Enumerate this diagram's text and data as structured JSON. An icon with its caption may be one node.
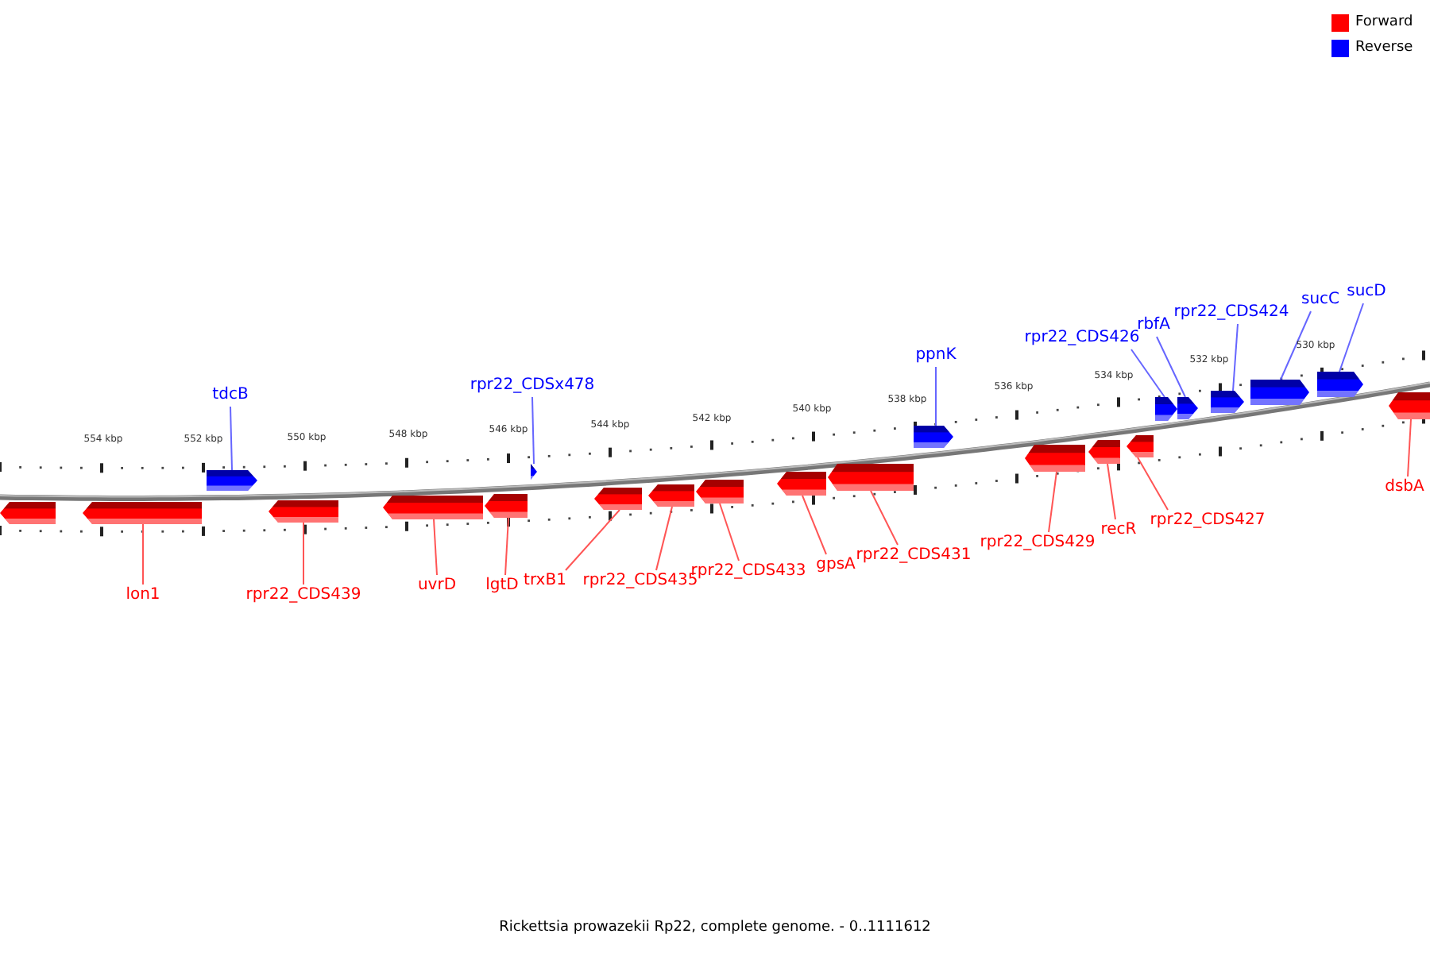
{
  "diagram": {
    "caption": "Rickettsia prowazekii Rp22, complete genome. - 0..1111612",
    "nodes": [
      {
        "text": [
          "tdcB"
        ]
      },
      {
        "text": [],
        "shape": "bar"
      },
      {
        "text": [
          "rpr22_CDSx478"
        ]
      },
      {
        "text": [],
        "shape": "bar"
      },
      {
        "text": [
          "ppnK"
        ]
      },
      {
        "text": [],
        "shape": "bar"
      },
      {
        "text": [
          "rpr22_CDS426"
        ]
      },
      {
        "text": [],
        "shape": "bar"
      },
      {
        "text": [
          "rbfA"
        ]
      },
      {
        "text": [],
        "shape": "bar"
      },
      {
        "text": [
          "rpr22_CDS424"
        ]
      },
      {
        "text": [],
        "shape": "bar"
      },
      {
        "text": [
          "sucC"
        ]
      },
      {
        "text": [],
        "shape": "bar"
      },
      {
        "text": [
          "sucD"
        ]
      },
      {
        "text": [],
        "shape": "bar"
      },
      {
        "text": [],
        "shape": "bar"
      },
      {
        "text": [
          "lon1"
        ]
      },
      {
        "text": [],
        "shape": "bar"
      },
      {
        "text": [
          "rpr22_CDS439"
        ]
      },
      {
        "text": [],
        "shape": "bar"
      },
      {
        "text": [
          "uvrD"
        ]
      },
      {
        "text": [],
        "shape": "bar"
      },
      {
        "text": [
          "lgtD"
        ]
      },
      {
        "text": [],
        "shape": "bar"
      },
      {
        "text": [
          "trxB1"
        ]
      },
      {
        "text": [],
        "shape": "bar"
      },
      {
        "text": [
          "rpr22_CDS435"
        ]
      },
      {
        "text": [],
        "shape": "bar"
      },
      {
        "text": [
          "rpr22_CDS433"
        ]
      },
      {
        "text": [],
        "shape": "bar"
      },
      {
        "text": [
          "gpsA"
        ]
      },
      {
        "text": [],
        "shape": "bar"
      },
      {
        "text": [
          "rpr22_CDS431"
        ]
      },
      {
        "text": [],
        "shape": "bar"
      },
      {
        "text": [
          "rpr22_CDS429"
        ]
      },
      {
        "text": [],
        "shape": "bar"
      },
      {
        "text": [
          "recR"
        ]
      },
      {
        "text": [],
        "shape": "bar"
      },
      {
        "text": [
          "rpr22_CDS427"
        ]
      },
      {
        "text": [],
        "shape": "bar"
      },
      {
        "text": [
          "dsbA"
        ]
      },
      {
        "text": [],
        "shape": "bar"
      }
    ],
    "edges": [
      {
        "from": 0,
        "to": 1,
        "arrow": "none",
        "color": "#6666ff"
      },
      {
        "from": 2,
        "to": 3,
        "arrow": "none",
        "color": "#6666ff"
      },
      {
        "from": 4,
        "to": 5,
        "arrow": "none",
        "color": "#6666ff"
      },
      {
        "from": 6,
        "to": 7,
        "arrow": "none",
        "color": "#6666ff"
      },
      {
        "from": 8,
        "to": 9,
        "arrow": "none",
        "color": "#6666ff"
      },
      {
        "from": 10,
        "to": 11,
        "arrow": "none",
        "color": "#6666ff"
      },
      {
        "from": 12,
        "to": 13,
        "arrow": "none",
        "color": "#6666ff"
      },
      {
        "from": 14,
        "to": 15,
        "arrow": "none",
        "color": "#6666ff"
      },
      {
        "from": 17,
        "to": 18,
        "arrow": "none"
      },
      {
        "from": 19,
        "to": 20,
        "arrow": "none"
      },
      {
        "from": 21,
        "to": 22,
        "arrow": "none"
      },
      {
        "from": 23,
        "to": 24,
        "arrow": "none"
      },
      {
        "from": 25,
        "to": 26,
        "arrow": "none"
      },
      {
        "from": 27,
        "to": 28,
        "arrow": "none"
      },
      {
        "from": 29,
        "to": 30,
        "arrow": "none"
      },
      {
        "from": 31,
        "to": 32,
        "arrow": "none"
      },
      {
        "from": 33,
        "to": 34,
        "arrow": "none"
      },
      {
        "from": 35,
        "to": 36,
        "arrow": "none"
      },
      {
        "from": 37,
        "to": 38,
        "arrow": "none"
      },
      {
        "from": 39,
        "to": 40,
        "arrow": "none"
      },
      {
        "from": 41,
        "to": 42,
        "arrow": "none"
      }
    ],
    "labels": [
      "554 kbp",
      "552 kbp",
      "550 kbp",
      "548 kbp",
      "546 kbp",
      "544 kbp",
      "542 kbp",
      "540 kbp",
      "538 kbp",
      "536 kbp",
      "534 kbp",
      "532 kbp",
      "530 kbp"
    ],
    "legend": [
      {
        "text": "Forward",
        "color": "#ff0000"
      },
      {
        "text": "Reverse",
        "color": "#0000ff"
      }
    ]
  }
}
